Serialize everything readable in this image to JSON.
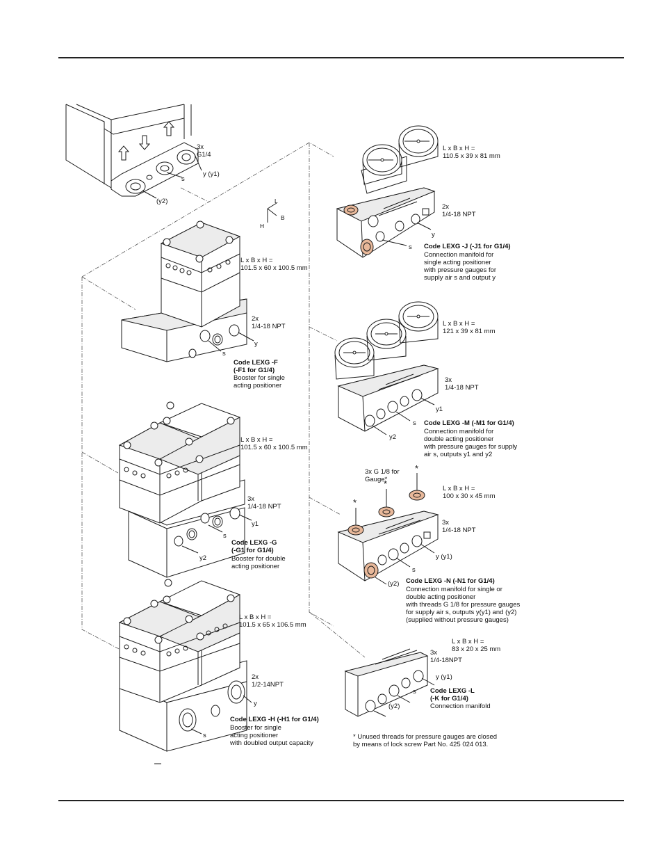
{
  "colors": {
    "highlight": "#e8b89a",
    "line": "#1a1a1a",
    "face": "#ffffff",
    "shade": "#e9e9e9"
  },
  "positioner": {
    "ports": "3x\nG1/4",
    "y_y1": "y (y1)",
    "s": "s",
    "y2": "(y2)"
  },
  "axes": {
    "L": "L",
    "B": "B",
    "H": "H"
  },
  "items": {
    "F": {
      "dims": "L x B x H =\n101.5 x 60 x 100.5 mm",
      "ports": "2x\n1/4-18 NPT",
      "y": "y",
      "s": "s",
      "code": "Code LEXG -F\n(-F1 for G1/4)",
      "desc": "Booster for single\nacting positioner"
    },
    "G": {
      "dims": "L x B x H =\n101.5 x 60 x 100.5 mm",
      "ports": "3x\n1/4-18 NPT",
      "y1": "y1",
      "s": "s",
      "y2": "y2",
      "code": "Code LEXG -G\n(-G1 for G1/4)",
      "desc": "Booster for double\nacting positioner"
    },
    "H": {
      "dims": "L x B x H =\n101.5 x 65 x 106.5 mm",
      "ports": "2x\n1/2-14NPT",
      "y": "y",
      "s": "s",
      "code": "Code LEXG -H (-H1 for G1/4)",
      "desc": "Booster for single\nacting positioner\nwith doubled output capacity"
    },
    "J": {
      "dims": "L x B x H =\n110.5 x 39 x 81 mm",
      "ports": "2x\n1/4-18 NPT",
      "y": "y",
      "s": "s",
      "code": "Code LEXG -J (-J1 for G1/4)",
      "desc": "Connection manifold for\nsingle acting positioner\nwith pressure gauges for\nsupply air s and output y"
    },
    "M": {
      "dims": "L x B x H =\n121 x 39 x 81 mm",
      "ports": "3x\n1/4-18 NPT",
      "y1": "y1",
      "s": "s",
      "y2": "y2",
      "code": "Code LEXG -M (-M1 for G1/4)",
      "desc": "Connection manifold for\ndouble acting positioner\nwith pressure gauges for supply\nair s, outputs y1 and y2"
    },
    "N": {
      "gauge": "3x G 1/8  for\nGauge*",
      "star": "*",
      "dims": "L x B x H =\n100 x 30 x 45 mm",
      "ports": "3x\n1/4-18 NPT",
      "y_y1": "y (y1)",
      "s": "s",
      "y2": "(y2)",
      "code": "Code LEXG -N (-N1 for G1/4)",
      "desc": "Connection manifold for single or\ndouble acting positioner\nwith threads G 1/8 for pressure gauges\nfor supply air s, outputs y(y1) and (y2)\n(supplied without pressure gauges)"
    },
    "L": {
      "dims": "L x B x H =\n83 x 20 x 25 mm",
      "ports": "3x\n1/4-18NPT",
      "y_y1": "y (y1)",
      "s": "s",
      "y2": "(y2)",
      "code": "Code LEXG -L\n(-K for G1/4)",
      "desc": "Connection manifold"
    }
  },
  "footnote": "* Unused threads for pressure gauges are closed\n  by means of lock screw Part No. 425 024 013."
}
